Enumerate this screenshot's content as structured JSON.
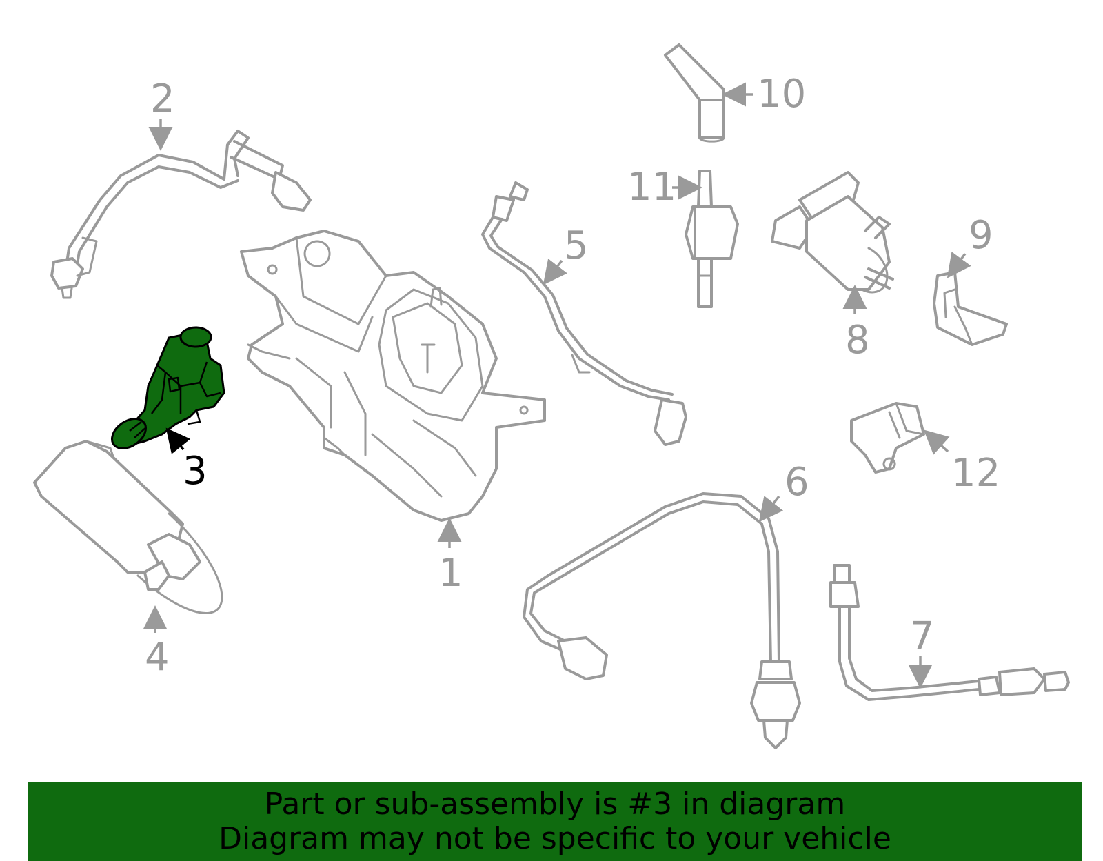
{
  "callouts": {
    "c1": "1",
    "c2": "2",
    "c3": "3",
    "c4": "4",
    "c5": "5",
    "c6": "6",
    "c7": "7",
    "c8": "8",
    "c9": "9",
    "c10": "10",
    "c11": "11",
    "c12": "12"
  },
  "highlighted_part": "3",
  "colors": {
    "highlight": "#0f6b0f",
    "line_art": "#9a9a9a",
    "banner": "#0f6b0f"
  },
  "banner": {
    "line1": "Part or sub-assembly is #3 in diagram",
    "line2": "Diagram may not be specific to your vehicle"
  }
}
